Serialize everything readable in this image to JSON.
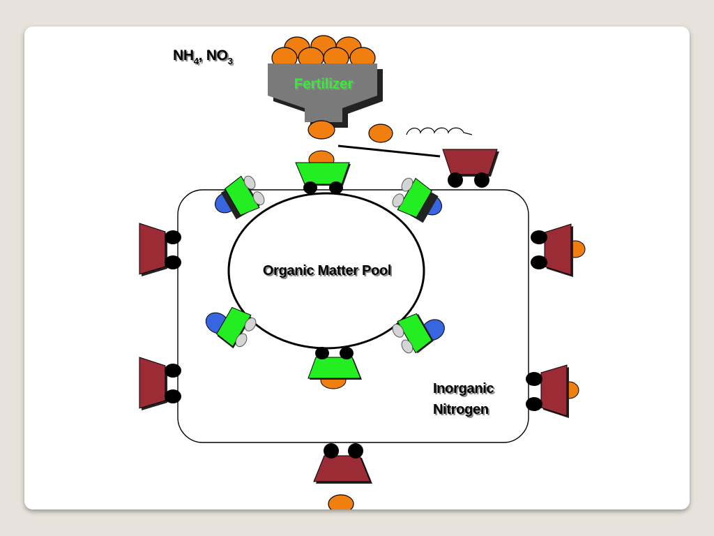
{
  "labels": {
    "fertilizer": "Fertilizer",
    "organic_pool": "Organic Matter Pool",
    "inorganic_line1": "Inorganic",
    "inorganic_line2": "Nitrogen",
    "formula_nh": "NH",
    "formula_nh_sub": "4",
    "formula_sep": ", NO",
    "formula_no_sub": "3"
  },
  "colors": {
    "background": "#e7e3dc",
    "slide": "#ffffff",
    "nitrogen_particle": "#f07f0f",
    "organic_particle": "#3766e0",
    "microbe": "#22ee22",
    "plant_cart": "#9b2b35",
    "hopper": "#7a7a7a",
    "wheel": "#000000",
    "empty_slot": "#d4d4d4",
    "fertilizer_text": "#33ee33"
  }
}
